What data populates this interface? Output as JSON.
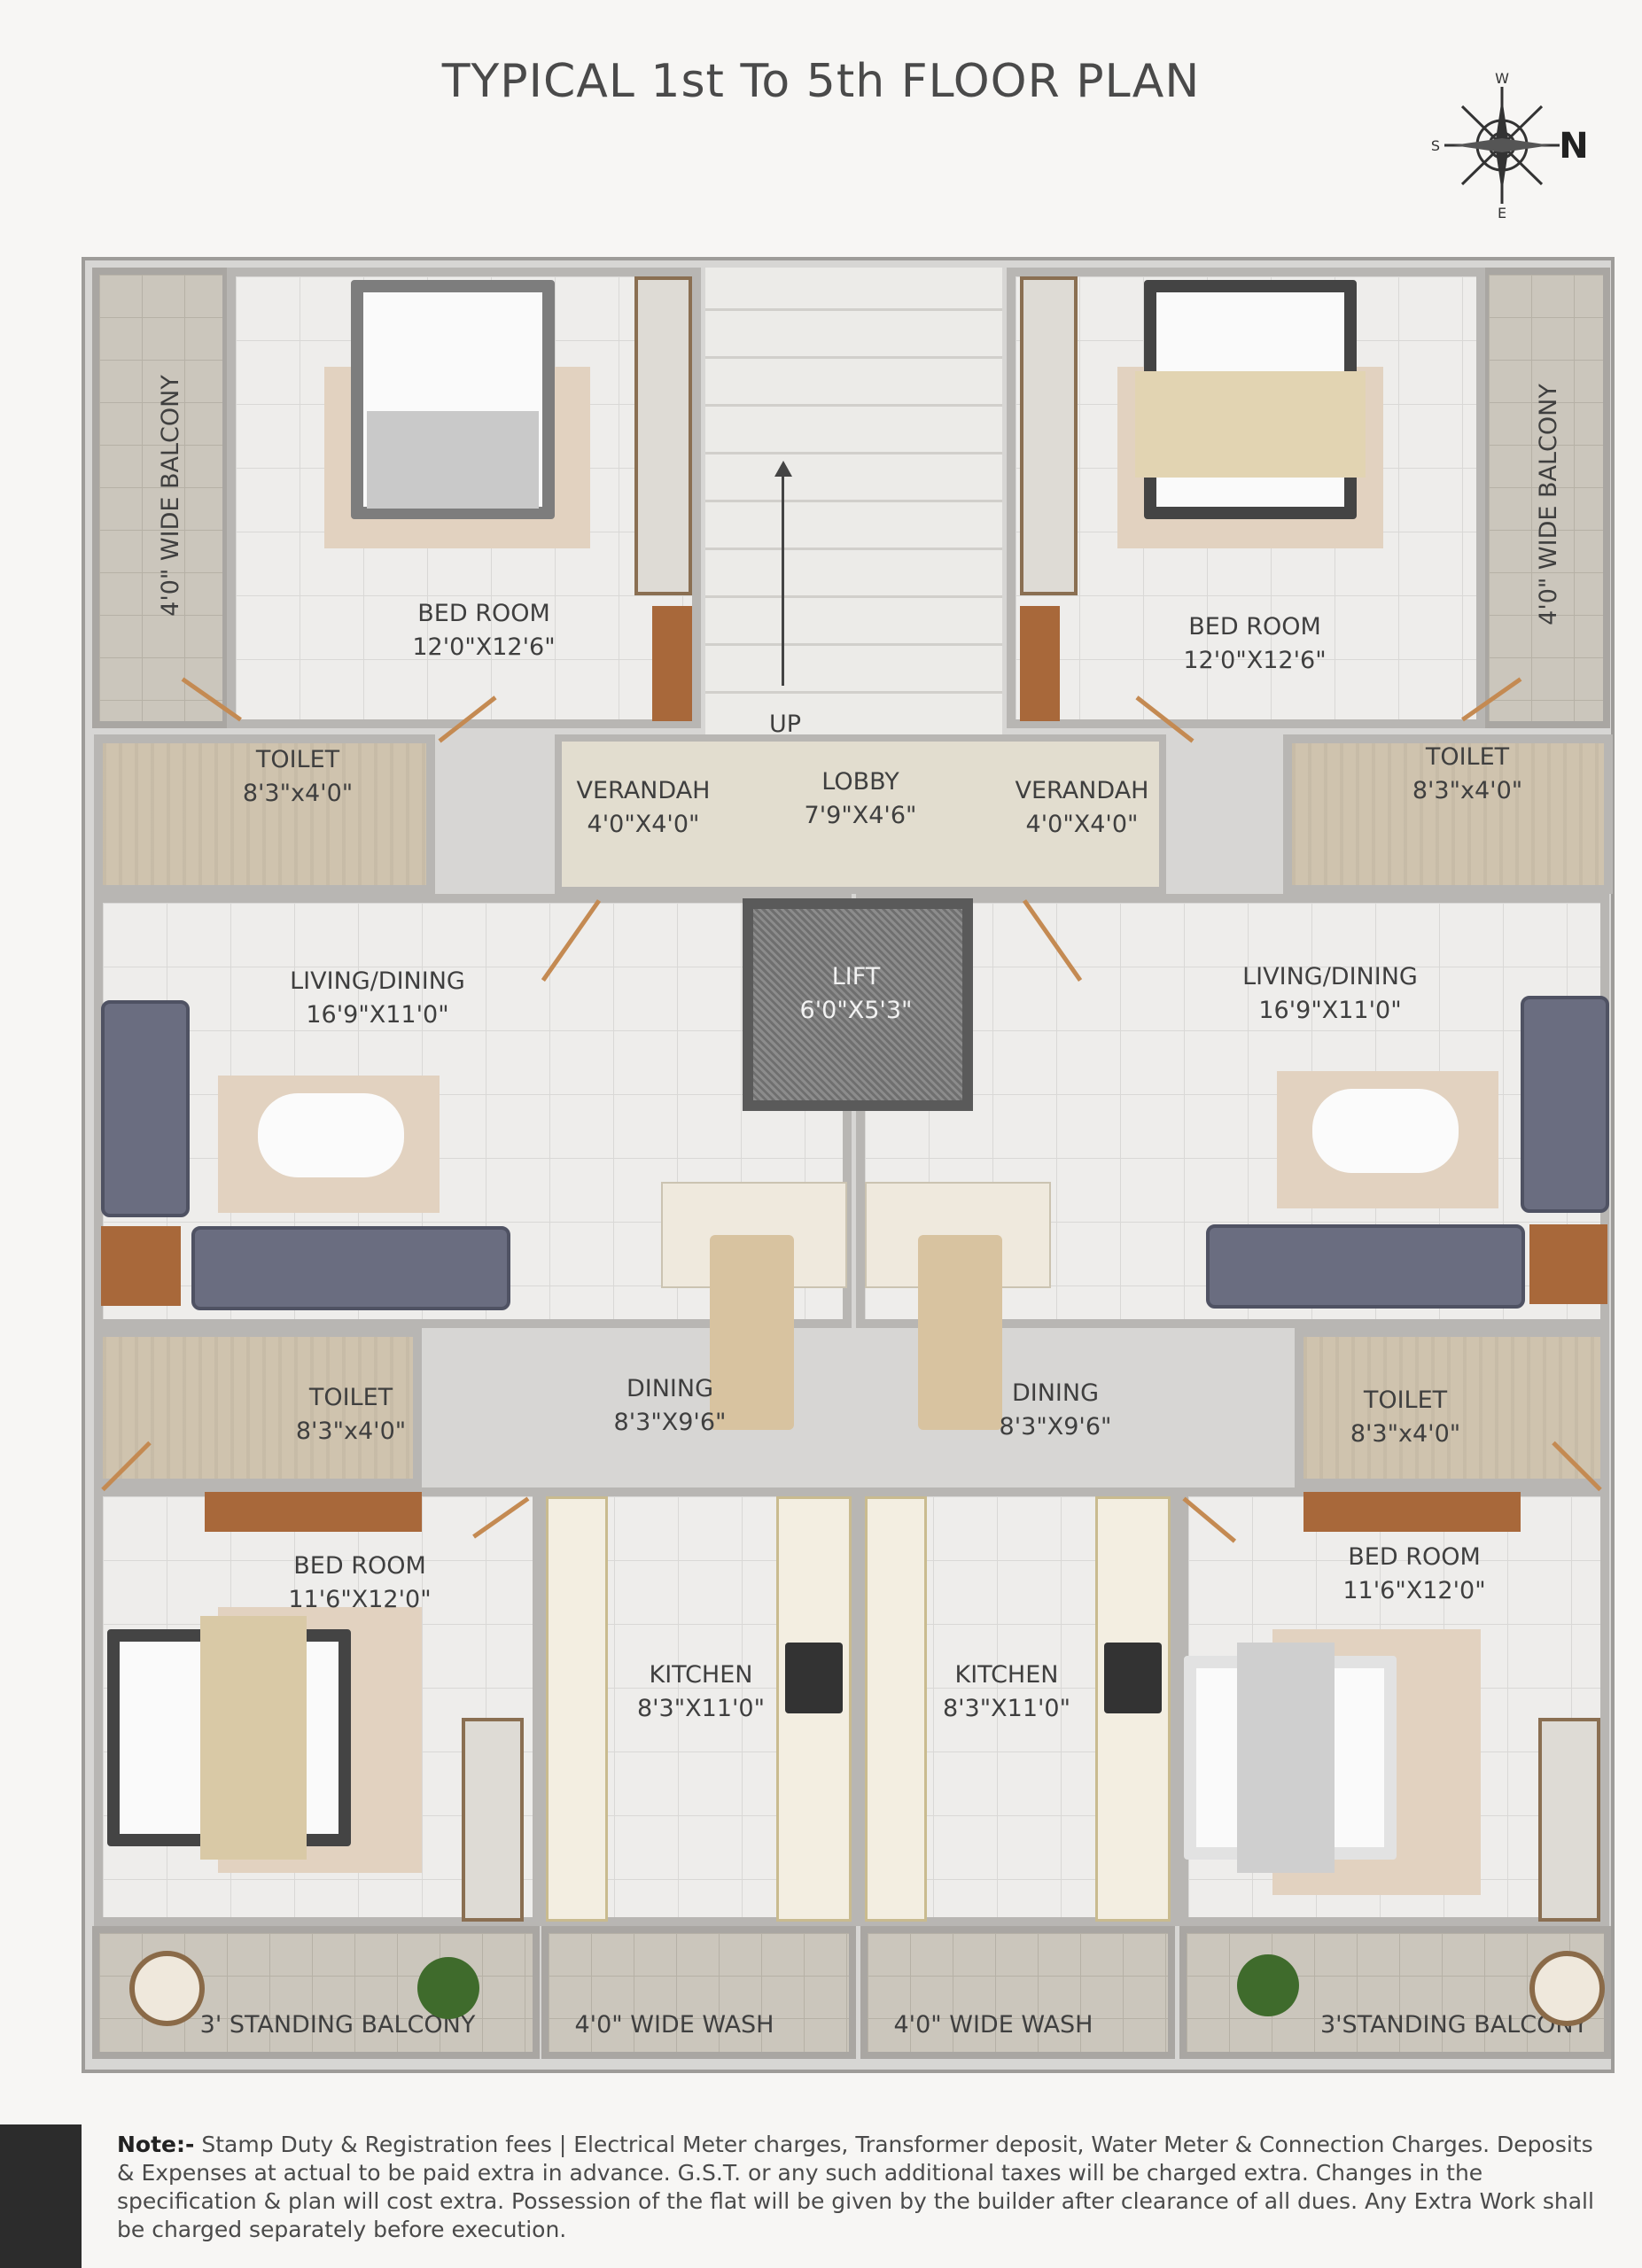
{
  "title": "TYPICAL 1st To 5th FLOOR PLAN",
  "compass": {
    "north": "N",
    "south": "S",
    "east": "E",
    "west": "W"
  },
  "rooms": {
    "bed_nw": {
      "name": "BED ROOM",
      "size": "12'0\"X12'6\""
    },
    "bed_ne": {
      "name": "BED ROOM",
      "size": "12'0\"X12'6\""
    },
    "balcony_w": {
      "name": "4'0\" WIDE BALCONY"
    },
    "balcony_e": {
      "name": "4'0\" WIDE BALCONY"
    },
    "toilet_nw": {
      "name": "TOILET",
      "size": "8'3\"x4'0\""
    },
    "toilet_ne": {
      "name": "TOILET",
      "size": "8'3\"x4'0\""
    },
    "verandah_w": {
      "name": "VERANDAH",
      "size": "4'0\"X4'0\""
    },
    "verandah_e": {
      "name": "VERANDAH",
      "size": "4'0\"X4'0\""
    },
    "lobby": {
      "name": "LOBBY",
      "size": "7'9\"X4'6\""
    },
    "stair_up": "UP",
    "lift": {
      "name": "LIFT",
      "size": "6'0\"X5'3\""
    },
    "living_w": {
      "name": "LIVING/DINING",
      "size": "16'9\"X11'0\""
    },
    "living_e": {
      "name": "LIVING/DINING",
      "size": "16'9\"X11'0\""
    },
    "dining_w": {
      "name": "DINING",
      "size": "8'3\"X9'6\""
    },
    "dining_e": {
      "name": "DINING",
      "size": "8'3\"X9'6\""
    },
    "toilet_sw": {
      "name": "TOILET",
      "size": "8'3\"x4'0\""
    },
    "toilet_se": {
      "name": "TOILET",
      "size": "8'3\"x4'0\""
    },
    "bed_sw": {
      "name": "BED ROOM",
      "size": "11'6\"X12'0\""
    },
    "bed_se": {
      "name": "BED ROOM",
      "size": "11'6\"X12'0\""
    },
    "kitchen_w": {
      "name": "KITCHEN",
      "size": "8'3\"X11'0\""
    },
    "kitchen_e": {
      "name": "KITCHEN",
      "size": "8'3\"X11'0\""
    },
    "standing_balcony_w": {
      "name": "3' STANDING BALCONY"
    },
    "standing_balcony_e": {
      "name": "3'STANDING BALCONY"
    },
    "wash_w": {
      "name": "4'0\" WIDE WASH"
    },
    "wash_e": {
      "name": "4'0\" WIDE WASH"
    }
  },
  "note": {
    "label": "Note:-",
    "text": "Stamp Duty & Registration fees | Electrical Meter charges, Transformer deposit, Water Meter & Connection Charges. Deposits & Expenses at actual to be paid extra in advance. G.S.T. or any such additional taxes will be charged extra. Changes in the specification & plan will cost extra. Possession of the flat will be given by the builder after clearance of all dues. Any Extra Work shall be charged separately before execution."
  }
}
